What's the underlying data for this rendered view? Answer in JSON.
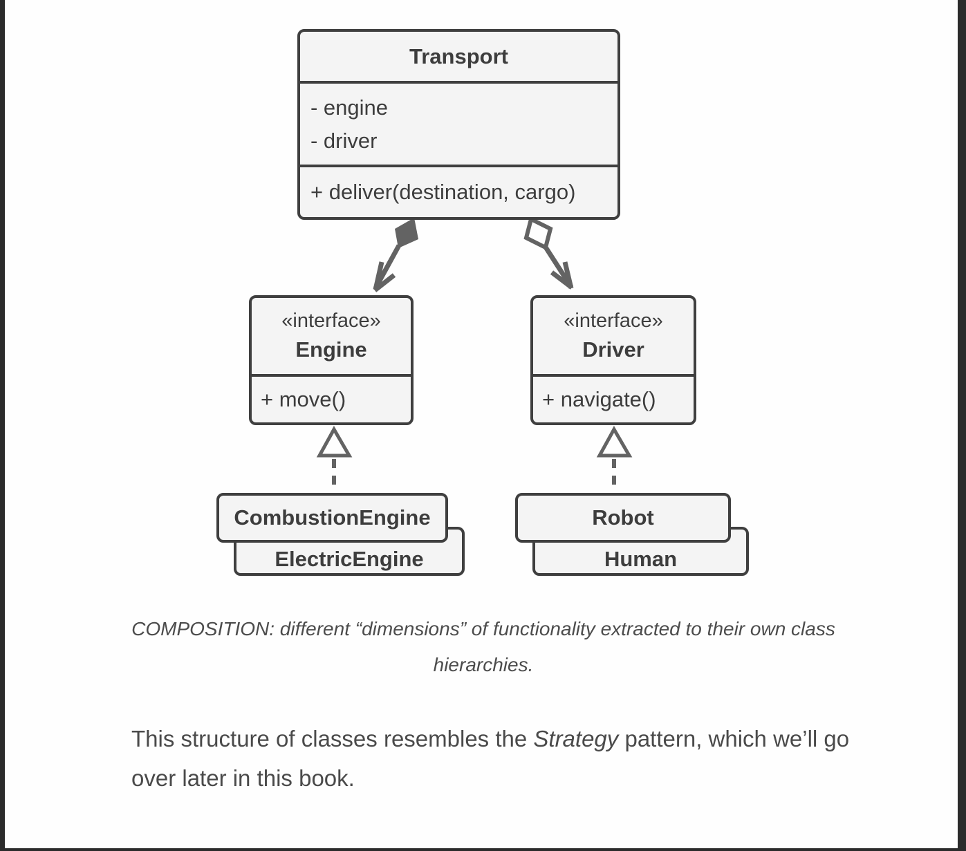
{
  "page": {
    "background": "#fefefe",
    "frame_color": "#2b2b2b"
  },
  "diagram": {
    "colors": {
      "box_border": "#3f3f3f",
      "box_fill": "#f4f4f4",
      "arrow": "#636363",
      "text": "#3d3d3d"
    },
    "classes": {
      "transport": {
        "title": "Transport",
        "attributes": [
          "- engine",
          "- driver"
        ],
        "methods": [
          "+ deliver(destination, cargo)"
        ]
      },
      "engine": {
        "stereotype": "«interface»",
        "title": "Engine",
        "methods": [
          "+ move()"
        ]
      },
      "driver": {
        "stereotype": "«interface»",
        "title": "Driver",
        "methods": [
          "+ navigate()"
        ]
      },
      "combustion_engine": {
        "title": "CombustionEngine"
      },
      "electric_engine": {
        "title": "ElectricEngine"
      },
      "robot": {
        "title": "Robot"
      },
      "human": {
        "title": "Human"
      }
    },
    "relations": [
      {
        "type": "composition",
        "from": "Transport",
        "to": "Engine"
      },
      {
        "type": "aggregation",
        "from": "Transport",
        "to": "Driver"
      },
      {
        "type": "realization",
        "from": "CombustionEngine",
        "to": "Engine"
      },
      {
        "type": "realization",
        "from": "Robot",
        "to": "Driver"
      }
    ]
  },
  "caption": {
    "text": "COMPOSITION: different “dimensions” of functionality extracted to their own class hierarchies."
  },
  "paragraph": {
    "before": "This structure of classes resembles the ",
    "italic": "Strategy",
    "after": " pattern, which we’ll go over later in this book."
  }
}
